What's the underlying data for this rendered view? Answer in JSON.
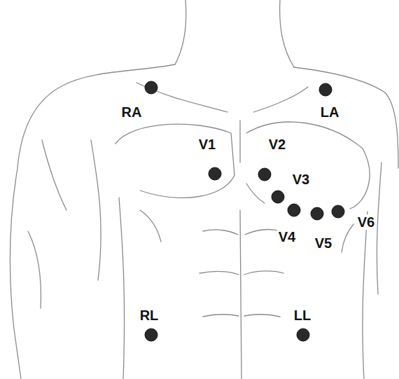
{
  "diagram": {
    "labels": [
      "RA",
      "LA",
      "V1",
      "V2",
      "V3",
      "V4",
      "V5",
      "V6",
      "RL",
      "LL"
    ]
  }
}
